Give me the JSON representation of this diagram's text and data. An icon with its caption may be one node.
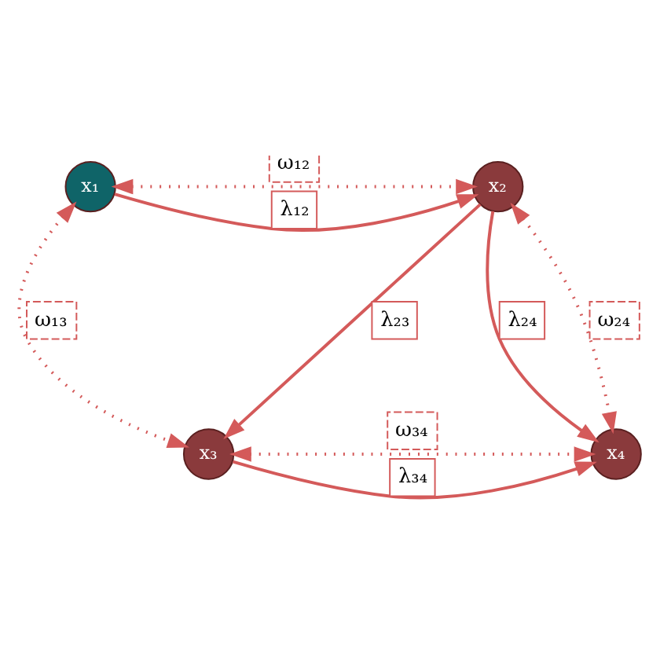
{
  "diagram": {
    "nodes": [
      {
        "text": [
          "x₁"
        ]
      },
      {
        "text": [
          "x₂"
        ]
      },
      {
        "text": [
          "x₃"
        ]
      },
      {
        "text": [
          "x₄"
        ]
      }
    ],
    "edges": [
      {
        "from": 0,
        "to": 1,
        "arrow": "to",
        "label": "λ₁₂"
      },
      {
        "from": 1,
        "to": 2,
        "arrow": "to",
        "label": "λ₂₃"
      },
      {
        "from": 1,
        "to": 3,
        "arrow": "to",
        "label": "λ₂₄"
      },
      {
        "from": 2,
        "to": 3,
        "arrow": "to",
        "label": "λ₃₄"
      },
      {
        "from": 0,
        "to": 1,
        "arrow": "both",
        "label": "ω₁₂",
        "style": "dashed"
      },
      {
        "from": 0,
        "to": 2,
        "arrow": "both",
        "label": "ω₁₃",
        "style": "dashed"
      },
      {
        "from": 1,
        "to": 3,
        "arrow": "both",
        "label": "ω₂₄",
        "style": "dashed"
      },
      {
        "from": 2,
        "to": 3,
        "arrow": "both",
        "label": "ω₃₄",
        "style": "dashed"
      }
    ]
  }
}
